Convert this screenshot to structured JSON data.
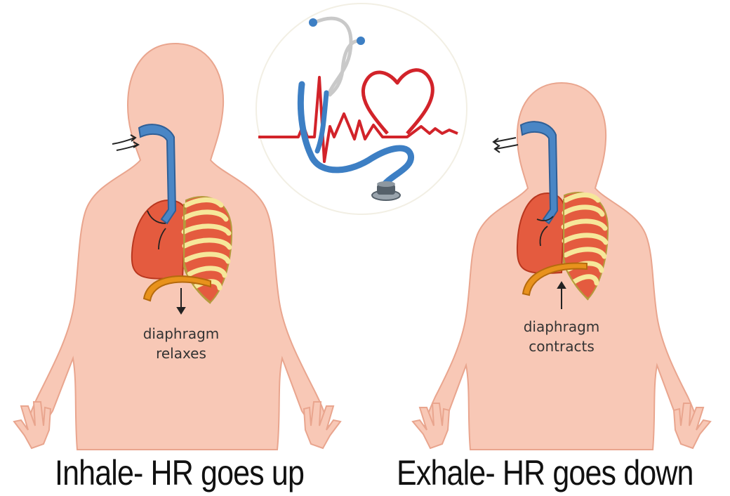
{
  "figures": [
    {
      "id": "inhale",
      "label_line1": "diaphragm",
      "label_line2": "relaxes",
      "caption": "Inhale- HR goes up",
      "arrow_direction": "down",
      "airflow": "in"
    },
    {
      "id": "exhale",
      "label_line1": "diaphragm",
      "label_line2": "contracts",
      "caption": "Exhale- HR goes down",
      "arrow_direction": "up",
      "airflow": "out"
    }
  ],
  "logo": {
    "icon": "stethoscope-heartbeat-heart-icon"
  },
  "colors": {
    "skin": "#f8c8b6",
    "skin_outline": "#e9a58e",
    "lung": "#e45b3f",
    "lung_outline": "#b8371f",
    "rib": "#f6e79a",
    "rib_outline": "#b59a3c",
    "diaphragm": "#e8921c",
    "airway": "#4a86c5",
    "heart_red": "#d2232a",
    "stethoscope_blue": "#3d7fc4"
  }
}
